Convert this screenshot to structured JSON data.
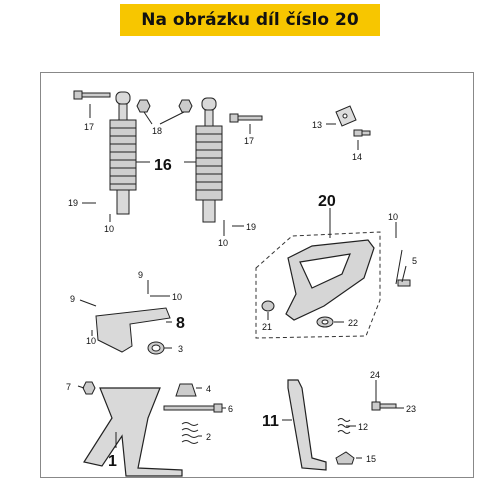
{
  "header": {
    "title": "Na obrázku díl číslo 20"
  },
  "labels": {
    "l1": "1",
    "l2": "2",
    "l3": "3",
    "l4": "4",
    "l5": "5",
    "l6": "6",
    "l7": "7",
    "l8": "8",
    "l9a": "9",
    "l9b": "9",
    "l10a": "10",
    "l10b": "10",
    "l10c": "10",
    "l10d": "10",
    "l10e": "10",
    "l11": "11",
    "l12": "12",
    "l13": "13",
    "l14": "14",
    "l15": "15",
    "l16": "16",
    "l17a": "17",
    "l17b": "17",
    "l18": "18",
    "l19a": "19",
    "l19b": "19",
    "l20": "20",
    "l21": "21",
    "l22": "22",
    "l23": "23",
    "l24": "24"
  },
  "colors": {
    "banner": "#f7c600",
    "line": "#222222",
    "part_fill": "#d9d9d9",
    "dashed": "#333333"
  }
}
